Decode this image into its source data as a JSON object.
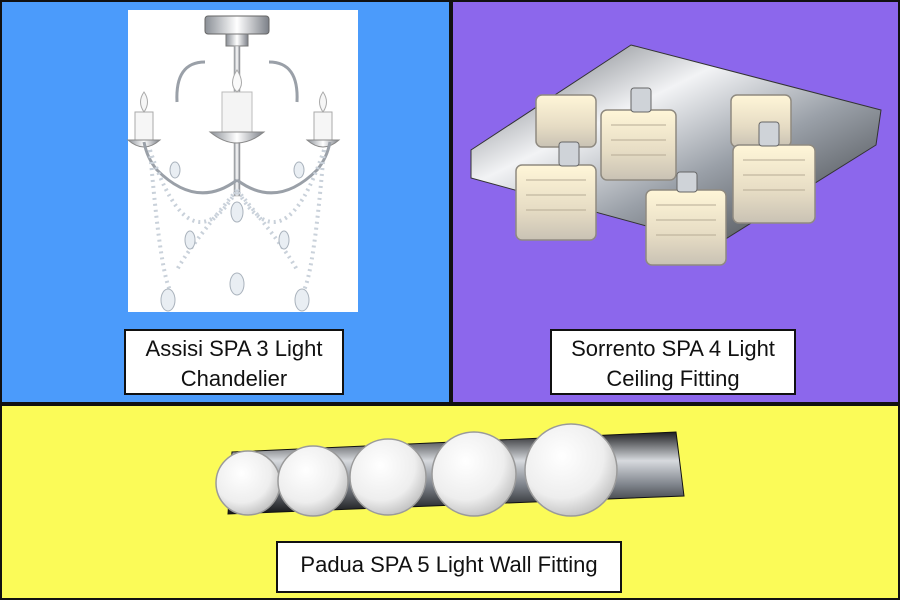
{
  "colors": {
    "panel_blue": "#4b9bfb",
    "panel_purple": "#8c67ec",
    "panel_yellow": "#fbfb58",
    "border": "#111111",
    "label_bg": "#ffffff"
  },
  "products": [
    {
      "name_line1": "Assisi SPA 3 Light",
      "name_line2": "Chandelier",
      "image": "chandelier-image"
    },
    {
      "name_line1": "Sorrento SPA 4 Light",
      "name_line2": "Ceiling Fitting",
      "image": "ceiling-fitting-image"
    },
    {
      "name": "Padua SPA 5 Light Wall Fitting",
      "image": "wall-fitting-image"
    }
  ]
}
